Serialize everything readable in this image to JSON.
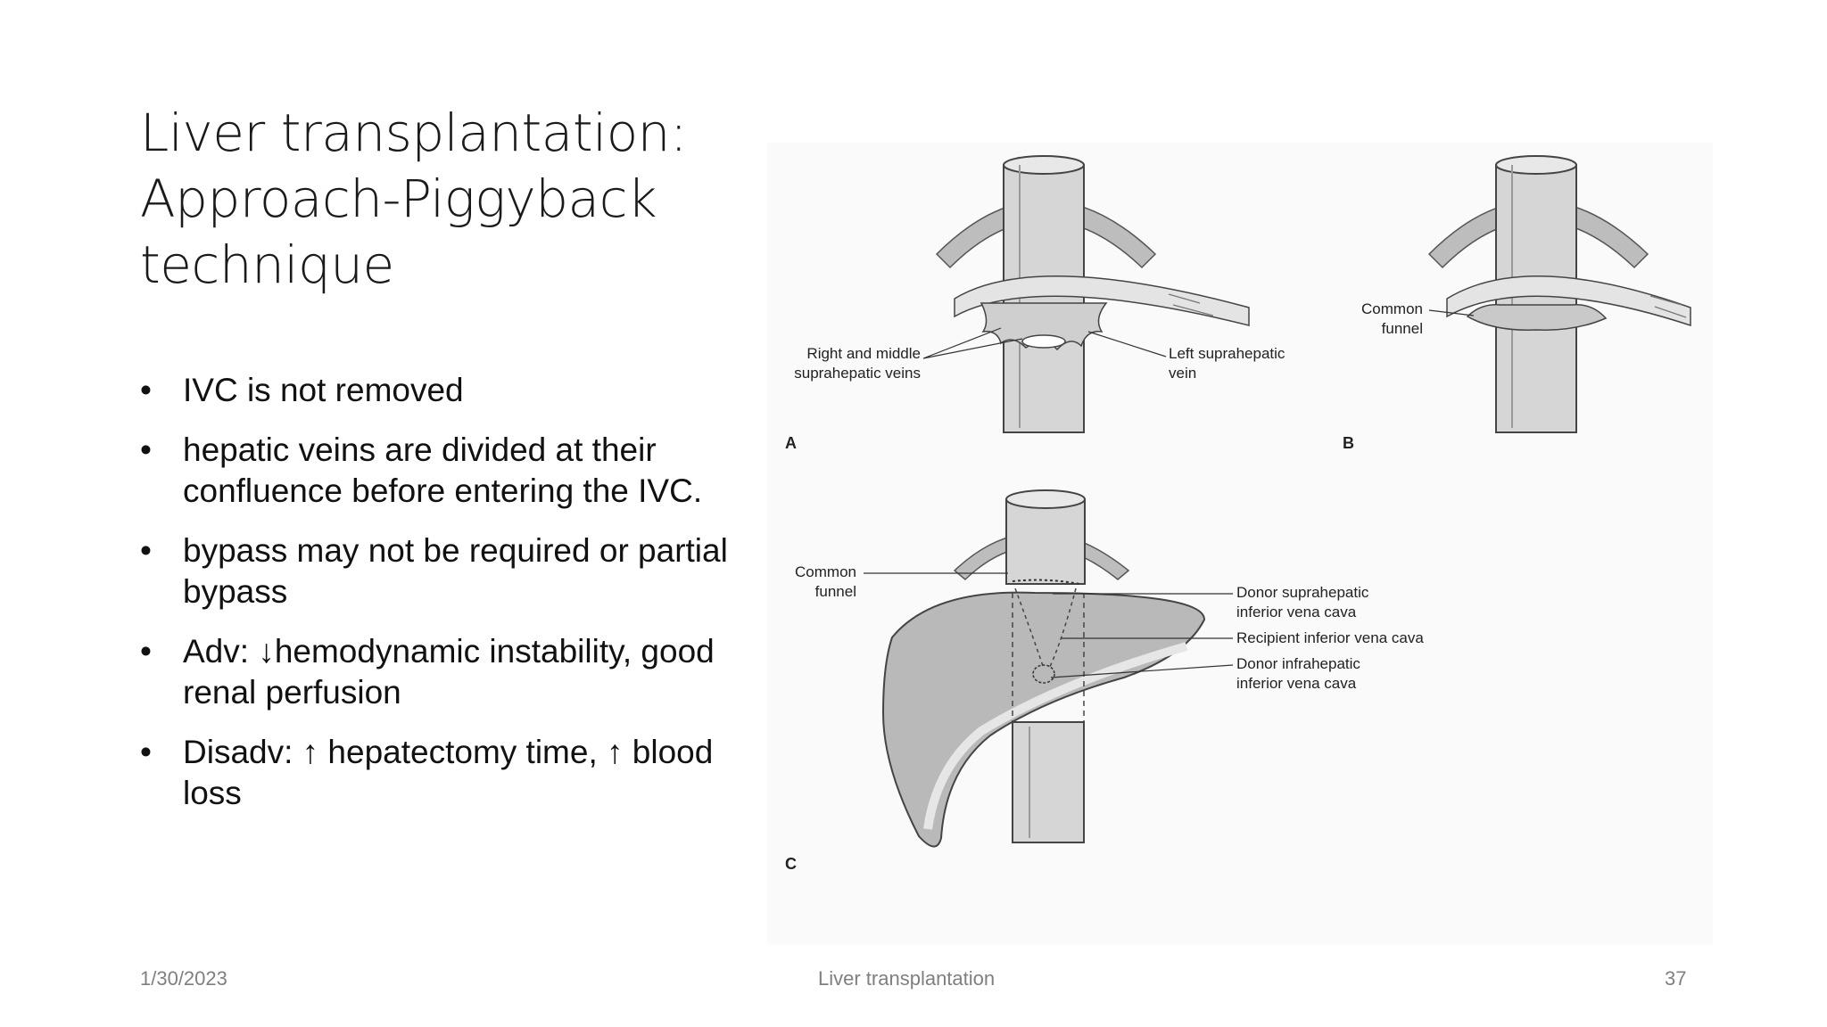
{
  "title_lines": [
    "Liver transplantation:",
    "Approach-Piggyback",
    "technique"
  ],
  "bullets": [
    {
      "marker": "•",
      "text": "IVC is not removed"
    },
    {
      "marker": "•",
      "text": "hepatic veins are divided at their confluence before entering the IVC."
    },
    {
      "marker": "•",
      "text": "bypass may not be required or partial bypass"
    },
    {
      "marker": "•",
      "text": "Adv: ↓hemodynamic instability, good renal perfusion"
    },
    {
      "marker": "•",
      "text": "Disadv: ↑ hepatectomy time, ↑ blood loss"
    }
  ],
  "figure": {
    "panel_a": {
      "letter": "A",
      "label_right_middle": [
        "Right and middle",
        "suprahepatic veins"
      ],
      "label_left": [
        "Left suprahepatic",
        "vein"
      ]
    },
    "panel_b": {
      "letter": "B",
      "label_common_funnel": [
        "Common",
        "funnel"
      ]
    },
    "panel_c": {
      "letter": "C",
      "label_common_funnel": [
        "Common",
        "funnel"
      ],
      "label_donor_supra": [
        "Donor suprahepatic",
        "inferior vena cava"
      ],
      "label_recipient": [
        "Recipient inferior vena cava"
      ],
      "label_donor_infra": [
        "Donor infrahepatic",
        "inferior vena cava"
      ]
    }
  },
  "footer": {
    "date": "1/30/2023",
    "center": "Liver transplantation",
    "page": "37"
  }
}
